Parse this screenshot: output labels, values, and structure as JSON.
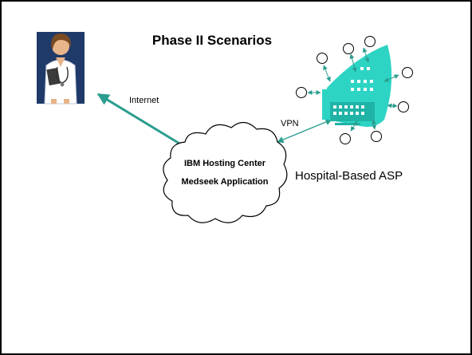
{
  "title": "Phase II Scenarios",
  "labels": {
    "internet": "Internet",
    "vpn": "VPN",
    "hosting_line1": "IBM Hosting Center",
    "hosting_line2": "Medseek Application",
    "asp": "Hospital-Based ASP"
  },
  "icons": {
    "doctor": "doctor-icon",
    "hospital": "hospital-building-icon",
    "cloud": "cloud-icon",
    "node": "circle-node-icon"
  },
  "colors": {
    "arrow": "#2a9d8f",
    "hospital": "#2dd4c4",
    "doctor_bg": "#1f3a68",
    "text": "#000000",
    "frame": "#000000"
  }
}
